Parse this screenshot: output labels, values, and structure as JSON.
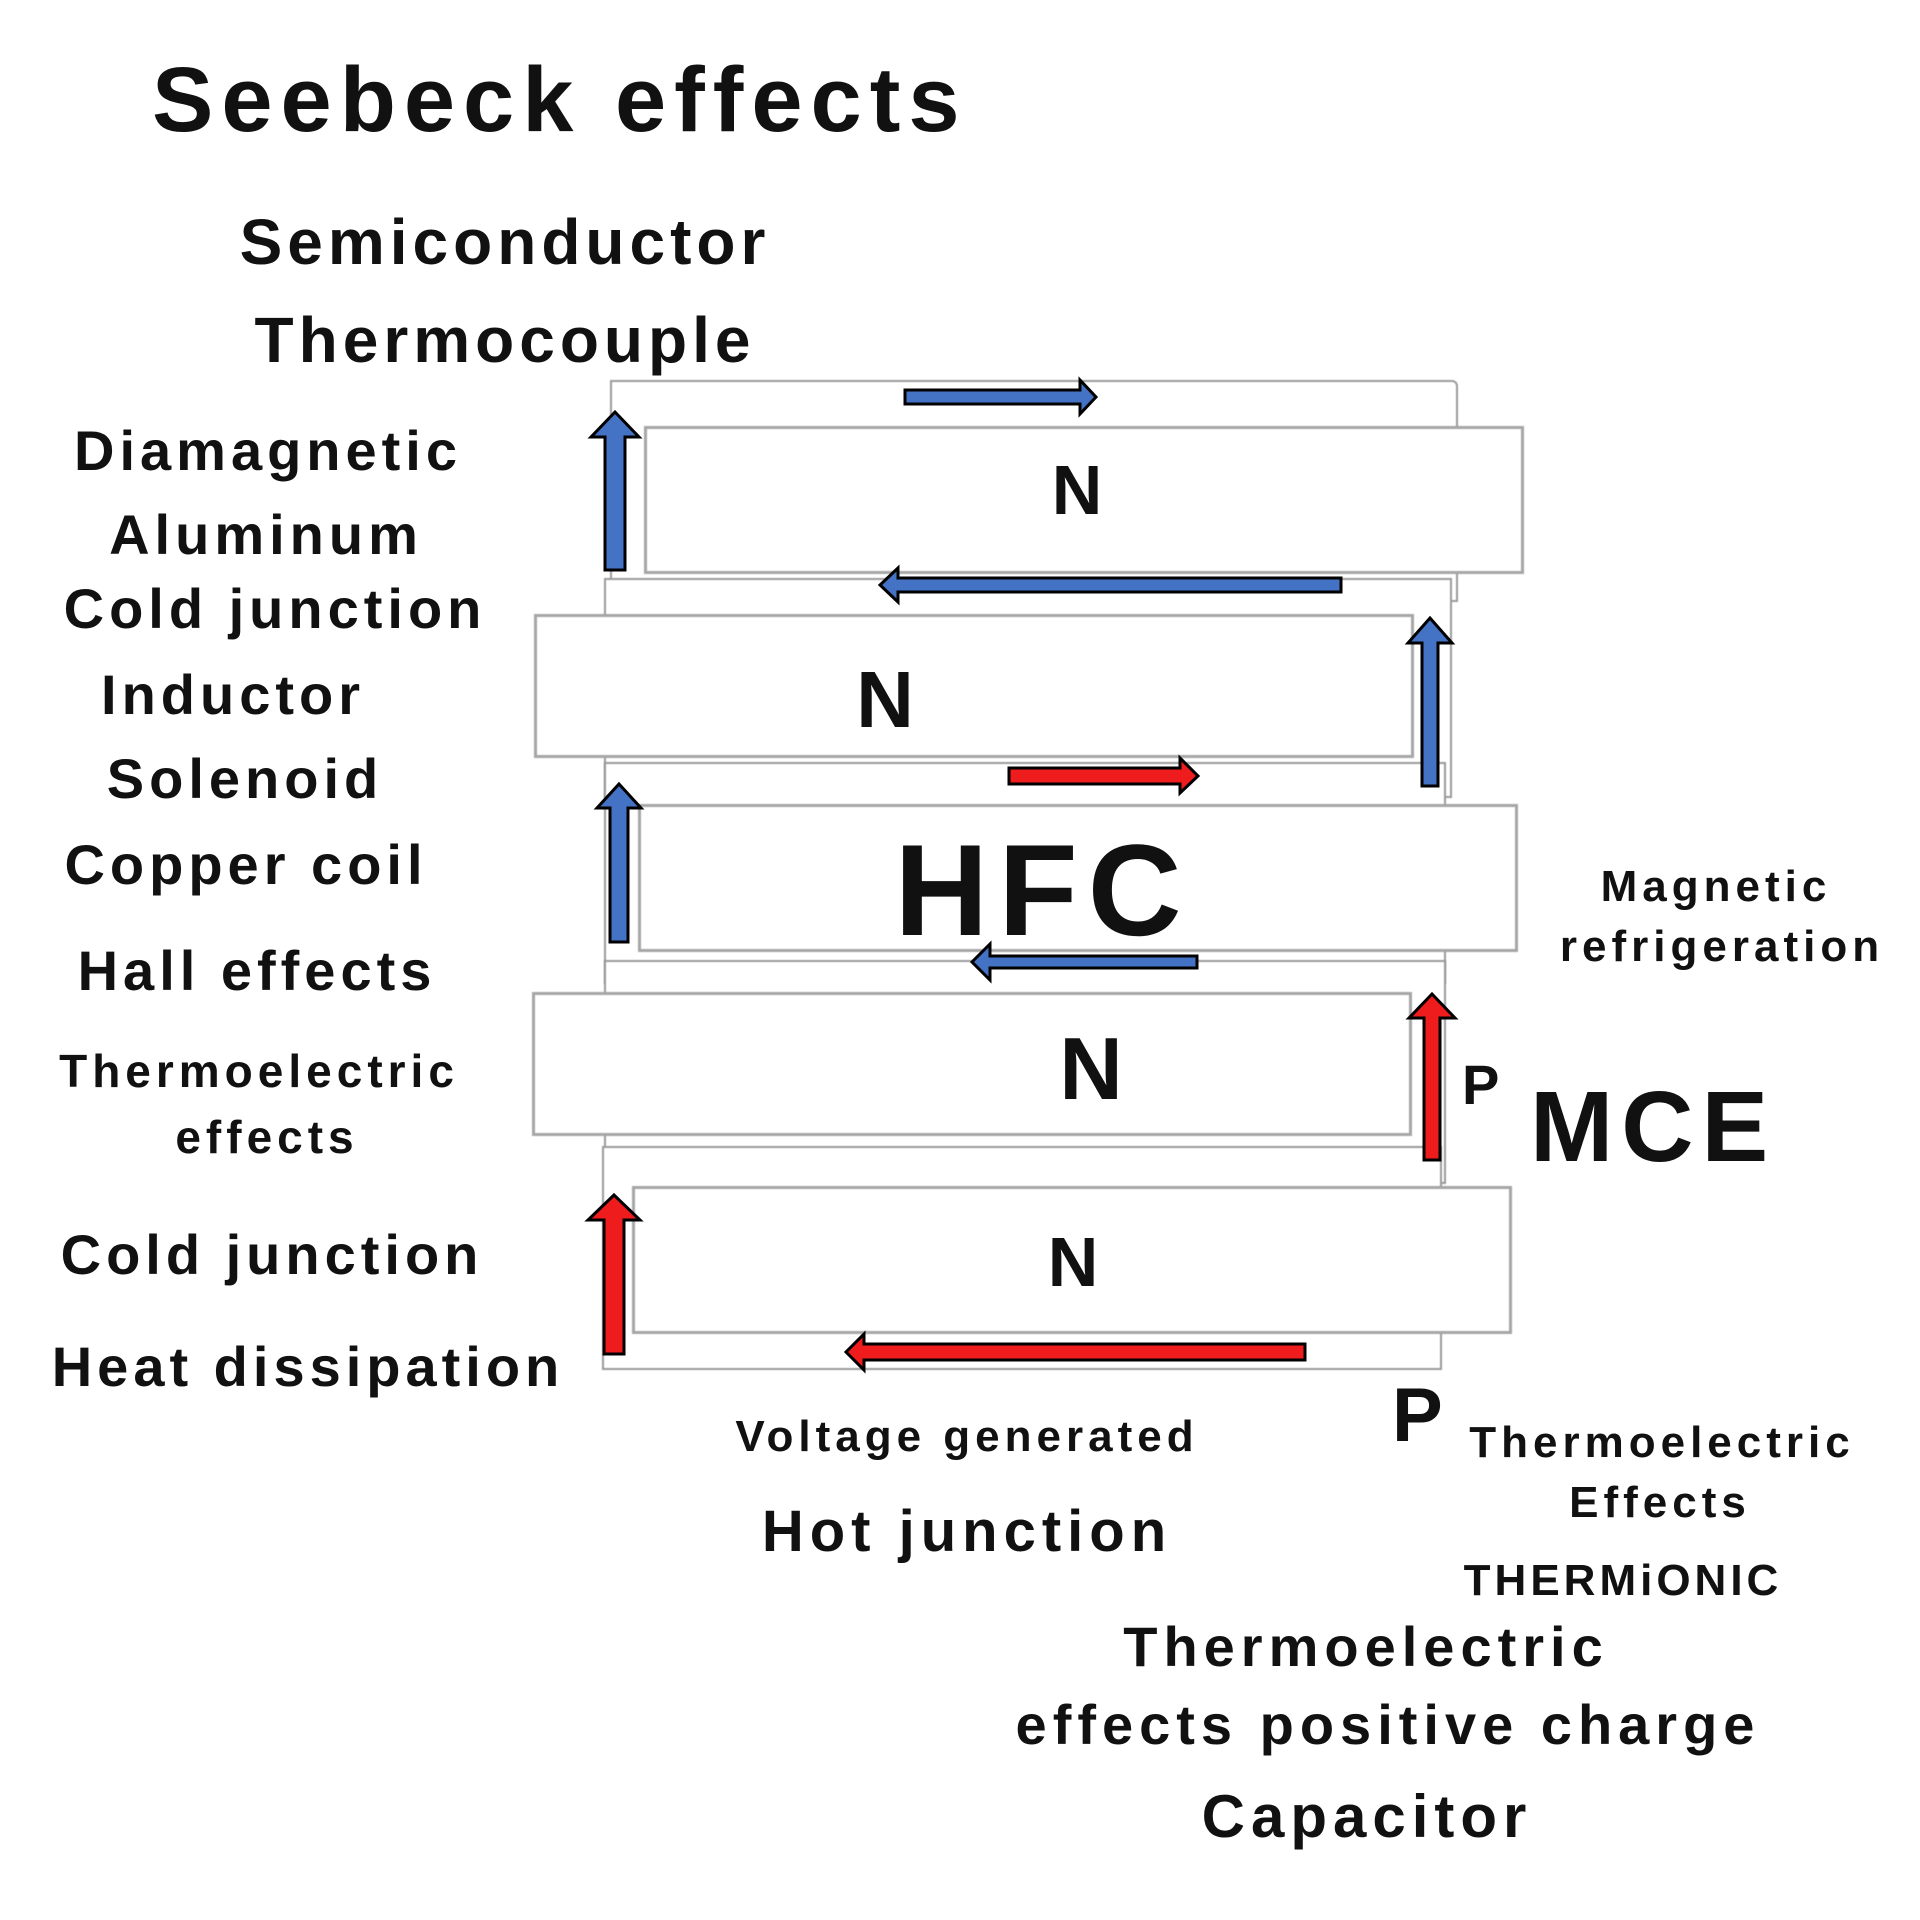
{
  "title": "Seebeck effects",
  "left_labels": {
    "semiconductor": "Semiconductor",
    "thermocouple": "Thermocouple",
    "diamagnetic": "Diamagnetic",
    "aluminum": "Aluminum",
    "cold_junction_1": "Cold junction",
    "inductor": "Inductor",
    "solenoid": "Solenoid",
    "copper_coil": "Copper coil",
    "hall_effects": "Hall effects",
    "thermoelectric_1": "Thermoelectric",
    "effects_1": "effects",
    "cold_junction_2": "Cold junction",
    "heat_dissipation": "Heat dissipation"
  },
  "slabs": {
    "n1": "N",
    "n2": "N",
    "hfc": "HFC",
    "n3": "N",
    "n4": "N"
  },
  "right_labels": {
    "magnetic": "Magnetic",
    "refrigeration": "refrigeration",
    "p_small": "P",
    "mce": "MCE",
    "p_bottom": "P",
    "thermoelectric_2": "Thermoelectric",
    "effects_caps": "Effects",
    "thermionic": "THERMiONIC"
  },
  "bottom_labels": {
    "voltage_generated": "Voltage generated",
    "hot_junction": "Hot junction",
    "thermoelectric_3": "Thermoelectric",
    "effects_positive_charge": "effects positive charge",
    "capacitor": "Capacitor"
  },
  "colors": {
    "blue_arrow": "#4472c4",
    "red_arrow": "#ee1c1c",
    "outline": "#000000"
  },
  "arrows": [
    {
      "id": "top-right",
      "color": "blue",
      "direction": "right"
    },
    {
      "id": "left-up-1",
      "color": "blue",
      "direction": "up"
    },
    {
      "id": "mid-left-1",
      "color": "blue",
      "direction": "left"
    },
    {
      "id": "right-up-1",
      "color": "blue",
      "direction": "up"
    },
    {
      "id": "mid-right-red",
      "color": "red",
      "direction": "right"
    },
    {
      "id": "left-up-2",
      "color": "blue",
      "direction": "up"
    },
    {
      "id": "mid-left-2",
      "color": "blue",
      "direction": "left"
    },
    {
      "id": "right-up-red",
      "color": "red",
      "direction": "up"
    },
    {
      "id": "left-up-red",
      "color": "red",
      "direction": "up"
    },
    {
      "id": "bottom-left-red",
      "color": "red",
      "direction": "left"
    }
  ]
}
